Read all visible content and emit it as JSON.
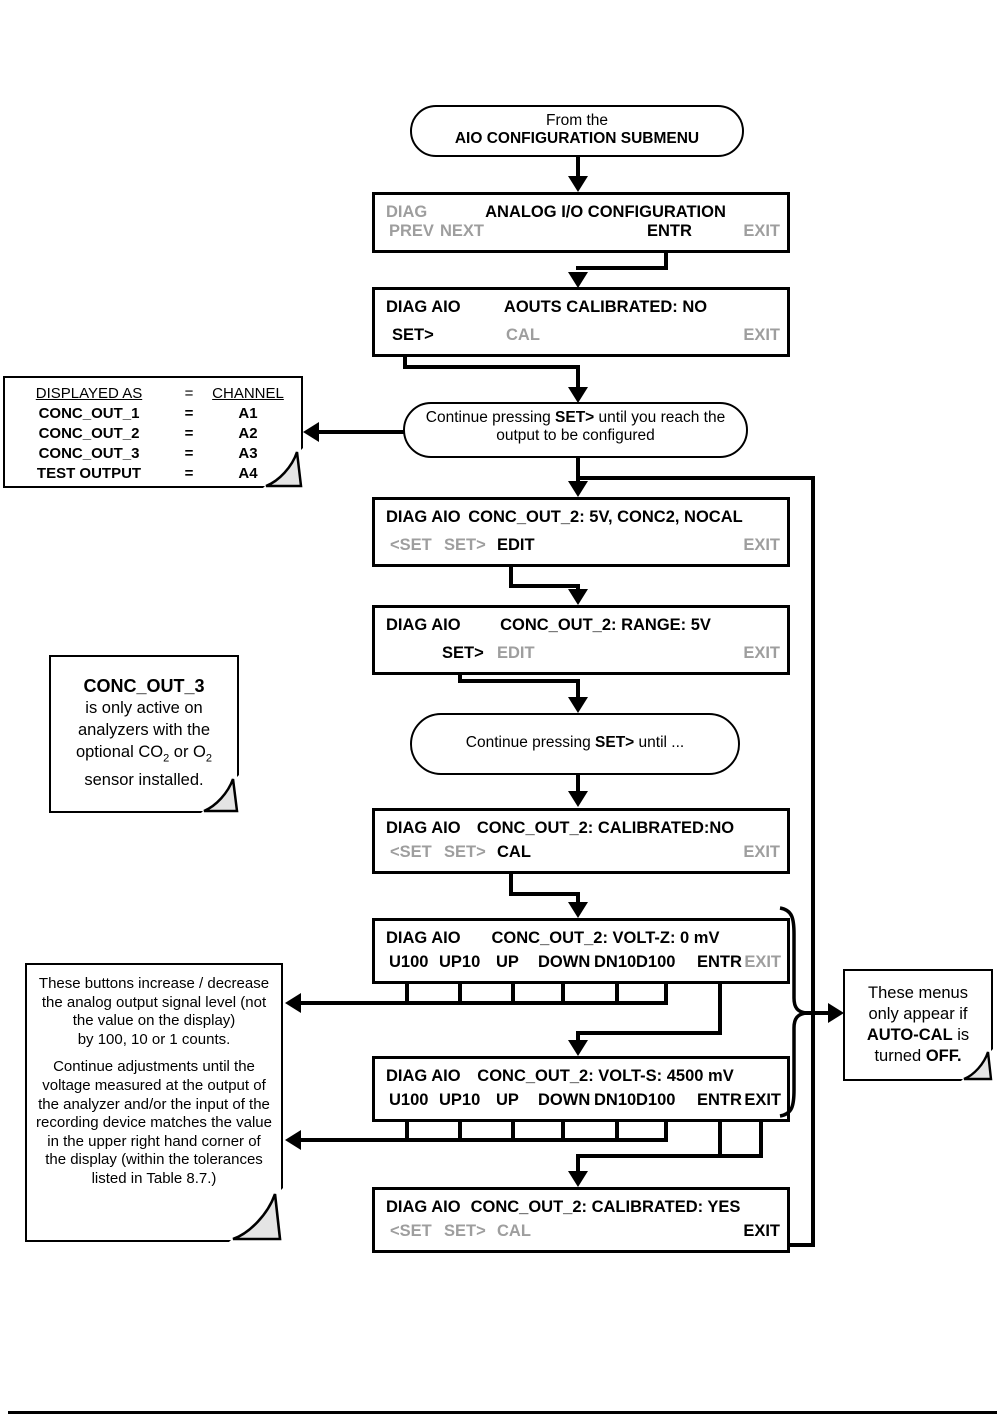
{
  "colors": {
    "ink": "#000000",
    "dim": "#9e9e9e",
    "fold": "#e4e4e4"
  },
  "start_bubble": {
    "line1": "From the",
    "line2": "AIO CONFIGURATION SUBMENU"
  },
  "bubbles": {
    "b1": {
      "pre": "Continue pressing ",
      "key": "SET>",
      "post": " until you reach the",
      "line2": "output to be configured"
    },
    "b2": {
      "pre": "Continue pressing ",
      "key": "SET>",
      "post": " until ..."
    }
  },
  "screens": {
    "s1": {
      "label": "DIAG",
      "title": "ANALOG I/O CONFIGURATION",
      "k1": "PREV",
      "k2": "NEXT",
      "k3": "ENTR",
      "k4": "EXIT"
    },
    "s2": {
      "label": "DIAG AIO",
      "title": "AOUTS CALIBRATED: NO",
      "k1": "SET>",
      "k2": "CAL",
      "k3": "EXIT"
    },
    "s3": {
      "label": "DIAG AIO",
      "title": "CONC_OUT_2: 5V, CONC2, NOCAL",
      "k1": "<SET",
      "k2": "SET>",
      "k3": "EDIT",
      "k4": "EXIT"
    },
    "s4": {
      "label": "DIAG AIO",
      "title": "CONC_OUT_2: RANGE: 5V",
      "k1": "SET>",
      "k2": "EDIT",
      "k3": "EXIT"
    },
    "s5": {
      "label": "DIAG AIO",
      "title": "CONC_OUT_2: CALIBRATED:NO",
      "k1": "<SET",
      "k2": "SET>",
      "k3": "CAL",
      "k4": "EXIT"
    },
    "s6": {
      "label": "DIAG AIO",
      "title": "CONC_OUT_2: VOLT-Z: 0 mV",
      "k1": "U100",
      "k2": "UP10",
      "k3": "UP",
      "k4": "DOWN",
      "k5": "DN10",
      "k6": "D100",
      "k7": "ENTR",
      "k8": "EXIT"
    },
    "s7": {
      "label": "DIAG AIO",
      "title": "CONC_OUT_2: VOLT-S: 4500 mV",
      "k1": "U100",
      "k2": "UP10",
      "k3": "UP",
      "k4": "DOWN",
      "k5": "DN10",
      "k6": "D100",
      "k7": "ENTR",
      "k8": "EXIT"
    },
    "s8": {
      "label": "DIAG AIO",
      "title": "CONC_OUT_2: CALIBRATED: YES",
      "k1": "<SET",
      "k2": "SET>",
      "k3": "CAL",
      "k4": "EXIT"
    }
  },
  "notes": {
    "channel_table": {
      "h1": "DISPLAYED AS",
      "h2": "=",
      "h3": "CHANNEL",
      "rows": [
        [
          "CONC_OUT_1",
          "=",
          "A1"
        ],
        [
          "CONC_OUT_2",
          "=",
          "A2"
        ],
        [
          "CONC_OUT_3",
          "=",
          "A3"
        ],
        [
          "TEST OUTPUT",
          "=",
          "A4"
        ]
      ]
    },
    "conc_out_3": {
      "title": "CONC_OUT_3",
      "l1": "is only active on",
      "l2": "analyzers with the",
      "l3a": "optional CO",
      "l3sub1": "2",
      "l3b": " or O",
      "l3sub2": "2",
      "l4": "sensor installed."
    },
    "adjust": {
      "p1": "These buttons increase / decrease the analog output signal level (not the value on the display)",
      "p1b": "by 100, 10 or 1 counts.",
      "p2": "Continue adjustments until the voltage measured at the output of the analyzer and/or the input of the recording device matches the value in the upper right hand corner of the display (within the tolerances listed in Table 8.7.)"
    },
    "autocal": {
      "t1": "These menus only appear if ",
      "b1": "AUTO-CAL",
      "t2": " is turned ",
      "b2": "OFF."
    }
  }
}
